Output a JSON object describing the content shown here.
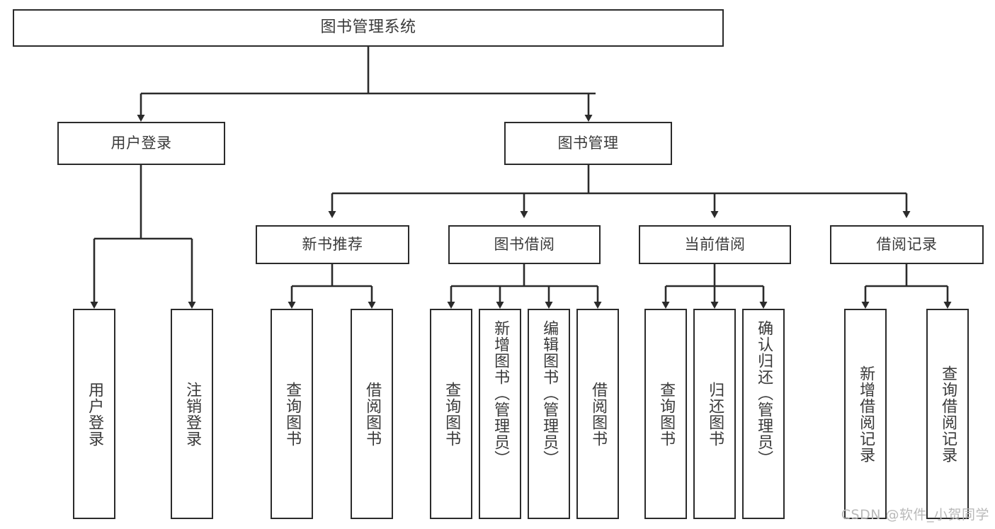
{
  "diagram": {
    "type": "tree",
    "title": "图书管理系统",
    "watermark": "CSDN @软件_小贺同学",
    "colors": {
      "stroke": "#2b2b2b",
      "fill": "#ffffff",
      "text": "#3a3a3a",
      "watermark": "#b9b9b9"
    },
    "nodes": {
      "root": {
        "label": "图书管理系统"
      },
      "level1": [
        {
          "label": "用户登录"
        },
        {
          "label": "图书管理"
        }
      ],
      "level2": [
        {
          "label": "新书推荐"
        },
        {
          "label": "图书借阅"
        },
        {
          "label": "当前借阅"
        },
        {
          "label": "借阅记录"
        }
      ],
      "leaves": [
        {
          "label": "用户登录"
        },
        {
          "label": "注销登录"
        },
        {
          "label": "查询图书"
        },
        {
          "label": "借阅图书"
        },
        {
          "label": "查询图书"
        },
        {
          "label": "新增图书（管理员）"
        },
        {
          "label": "编辑图书（管理员）"
        },
        {
          "label": "借阅图书"
        },
        {
          "label": "查询图书"
        },
        {
          "label": "归还图书"
        },
        {
          "label": "确认归还（管理员）"
        },
        {
          "label": "新增借阅记录"
        },
        {
          "label": "查询借阅记录"
        }
      ]
    },
    "edges": [
      {
        "from": "图书管理系统",
        "to": "用户登录"
      },
      {
        "from": "图书管理系统",
        "to": "图书管理"
      },
      {
        "from": "用户登录",
        "to": "用户登录"
      },
      {
        "from": "用户登录",
        "to": "注销登录"
      },
      {
        "from": "图书管理",
        "to": "新书推荐"
      },
      {
        "from": "图书管理",
        "to": "图书借阅"
      },
      {
        "from": "图书管理",
        "to": "当前借阅"
      },
      {
        "from": "图书管理",
        "to": "借阅记录"
      },
      {
        "from": "新书推荐",
        "to": "查询图书"
      },
      {
        "from": "新书推荐",
        "to": "借阅图书"
      },
      {
        "from": "图书借阅",
        "to": "查询图书"
      },
      {
        "from": "图书借阅",
        "to": "新增图书（管理员）"
      },
      {
        "from": "图书借阅",
        "to": "编辑图书（管理员）"
      },
      {
        "from": "图书借阅",
        "to": "借阅图书"
      },
      {
        "from": "当前借阅",
        "to": "查询图书"
      },
      {
        "from": "当前借阅",
        "to": "归还图书"
      },
      {
        "from": "当前借阅",
        "to": "确认归还（管理员）"
      },
      {
        "from": "借阅记录",
        "to": "新增借阅记录"
      },
      {
        "from": "借阅记录",
        "to": "查询借阅记录"
      }
    ]
  }
}
